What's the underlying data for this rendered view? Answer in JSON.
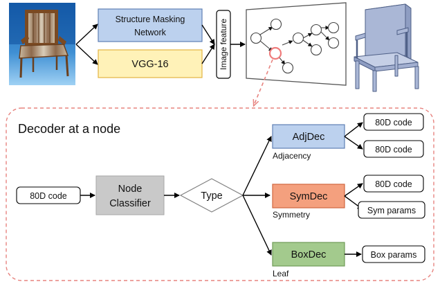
{
  "top": {
    "structure_box": [
      "Structure Masking",
      "Network"
    ],
    "vgg_box": "VGG-16",
    "image_feature": "Image feature"
  },
  "decoder": {
    "title": "Decoder at a node",
    "input_code": "80D code",
    "classifier": [
      "Node",
      "Classifier"
    ],
    "type": "Type",
    "adj": {
      "label": "AdjDec",
      "caption": "Adjacency",
      "outputs": [
        "80D code",
        "80D code"
      ]
    },
    "sym": {
      "label": "SymDec",
      "caption": "Symmetry",
      "outputs": [
        "80D code",
        "Sym params"
      ]
    },
    "box": {
      "label": "BoxDec",
      "caption": "Leaf",
      "outputs": [
        "Box params"
      ]
    }
  },
  "colors": {
    "blue_box": "#bcd1ee",
    "blue_border": "#5e7fb4",
    "yellow_box": "#fff2b8",
    "yellow_border": "#e3b341",
    "gray_box": "#c9c9c9",
    "orange_box": "#f4a07e",
    "orange_border": "#d0663f",
    "green_box": "#a3ca8d",
    "green_border": "#6f9b58",
    "dashed_red": "#e7837f",
    "highlight_node": "#ef7b7b",
    "model_fill": "#aab7d6",
    "model_stroke": "#4e5f86"
  }
}
